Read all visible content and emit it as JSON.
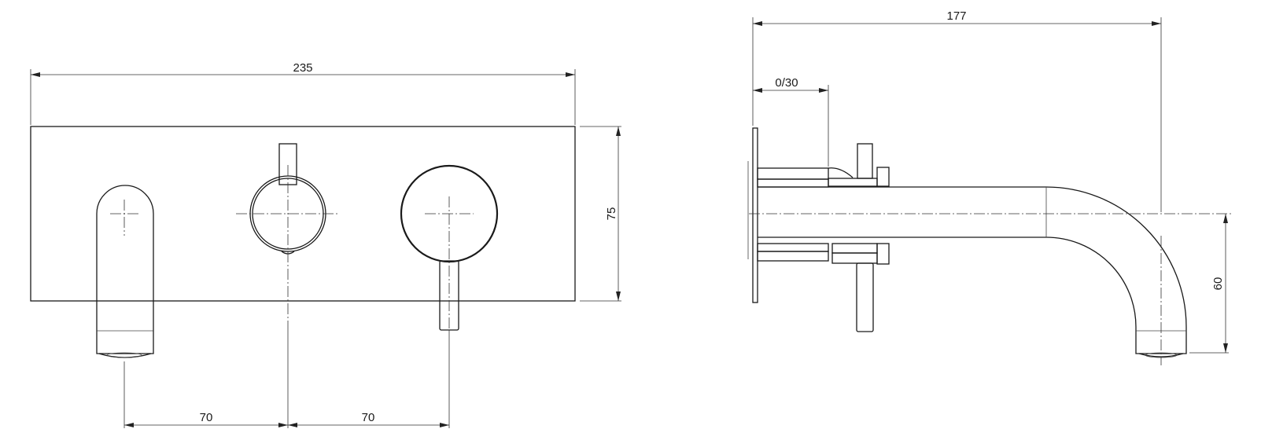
{
  "dimensions": {
    "front_width": "235",
    "front_height": "75",
    "spacing_left": "70",
    "spacing_right": "70",
    "side_depth": "177",
    "side_adjust": "0/30",
    "side_drop": "60"
  }
}
